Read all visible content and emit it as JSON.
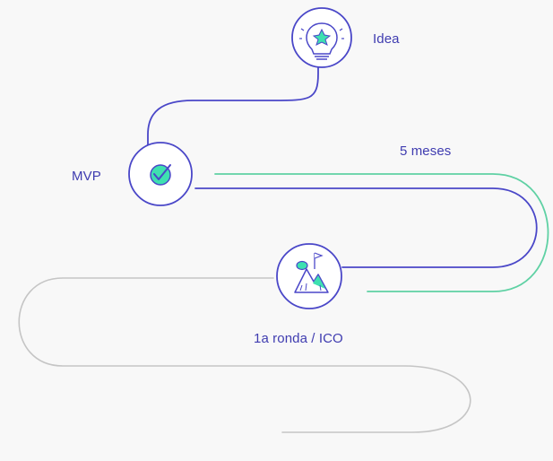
{
  "milestones": [
    {
      "label": "Idea",
      "icon": "lightbulb-star-icon"
    },
    {
      "label": "MVP",
      "icon": "checkmark-icon"
    },
    {
      "label": "1a ronda / ICO",
      "icon": "mountain-flag-icon"
    }
  ],
  "duration": {
    "label": "5 meses"
  },
  "colors": {
    "main_path": "#4a47c8",
    "duration_path": "#5fd1a4",
    "future_path": "#c5c5c5",
    "label_text": "#3f3cb0",
    "accent": "#3ee0b0",
    "background": "#f8f8f8"
  }
}
